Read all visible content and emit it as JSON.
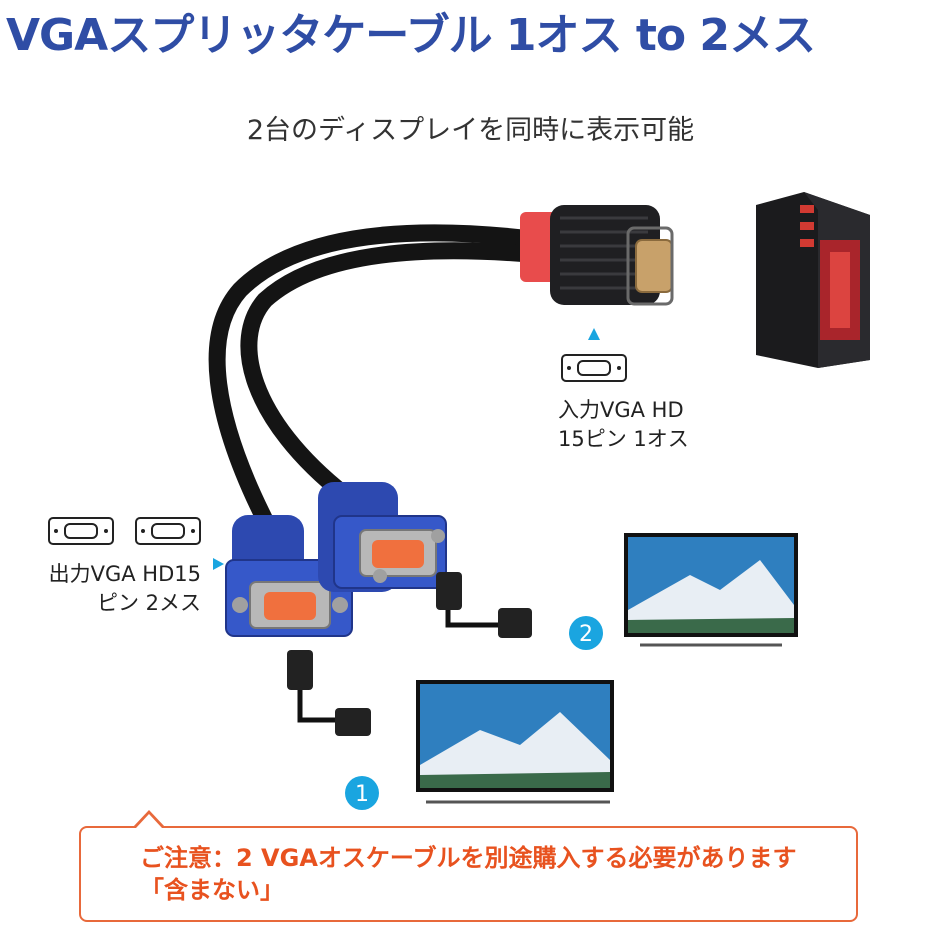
{
  "header": {
    "title": "VGAスプリッタケーブル 1オス to 2メス",
    "subtitle": "2台のディスプレイを同時に表示可能"
  },
  "labels": {
    "input_line1": "入力VGA HD",
    "input_line2": "15ピン 1オス",
    "output_line1": "出力VGA HD15",
    "output_line2": "ピン 2メス"
  },
  "markers": {
    "display_1": "1",
    "display_2": "2"
  },
  "notice": {
    "text": "ご注意：2 VGAオスケーブルを別途購入する必要があります「含まない」"
  },
  "colors": {
    "title": "#2f4da5",
    "accent_blue": "#1aa5e0",
    "notice_border": "#e8693b",
    "notice_text": "#e8521f",
    "connector_blue": "#2d49b0",
    "pin_red": "#e84c4c"
  },
  "icons": {
    "input_port": "vga-port-icon",
    "output_port": "vga-port-icon",
    "pointer": "triangle-pointer-icon",
    "pc": "pc-tower-icon",
    "monitor": "monitor-icon"
  }
}
